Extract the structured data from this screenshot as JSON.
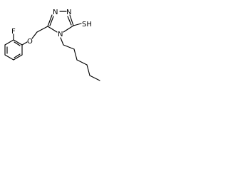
{
  "molecule": {
    "labels": {
      "fluorine": "F",
      "oxygen": "O",
      "nitrogen_ring_top_left": "N",
      "nitrogen_ring_top_right": "N",
      "nitrogen_ring_bottom": "N",
      "thiol": "SH"
    }
  }
}
